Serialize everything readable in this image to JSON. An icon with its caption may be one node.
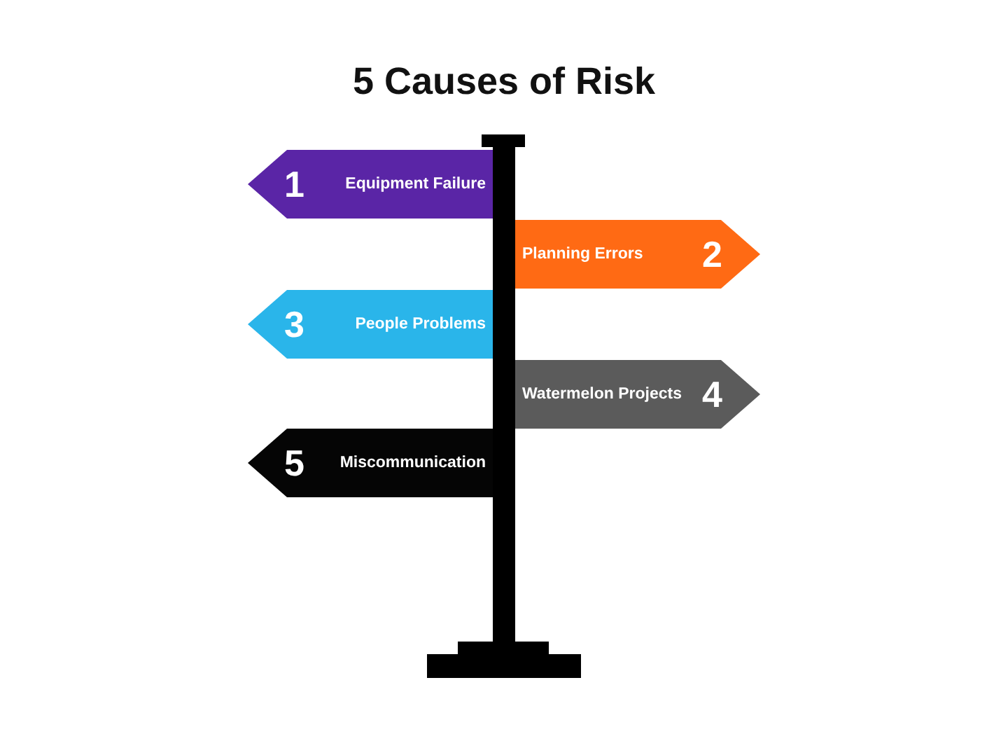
{
  "diagram": {
    "title": "5 Causes of Risk",
    "nodes": [
      {
        "text": [],
        "shape": "bar"
      },
      {
        "text": [
          "1",
          "Equipment Failure"
        ]
      },
      {
        "text": [
          "Planning Errors",
          "2"
        ]
      },
      {
        "text": [
          "3",
          "People Problems"
        ]
      },
      {
        "text": [
          "Watermelon Projects",
          "4"
        ]
      },
      {
        "text": [
          "5",
          "Miscommunication"
        ]
      }
    ]
  }
}
